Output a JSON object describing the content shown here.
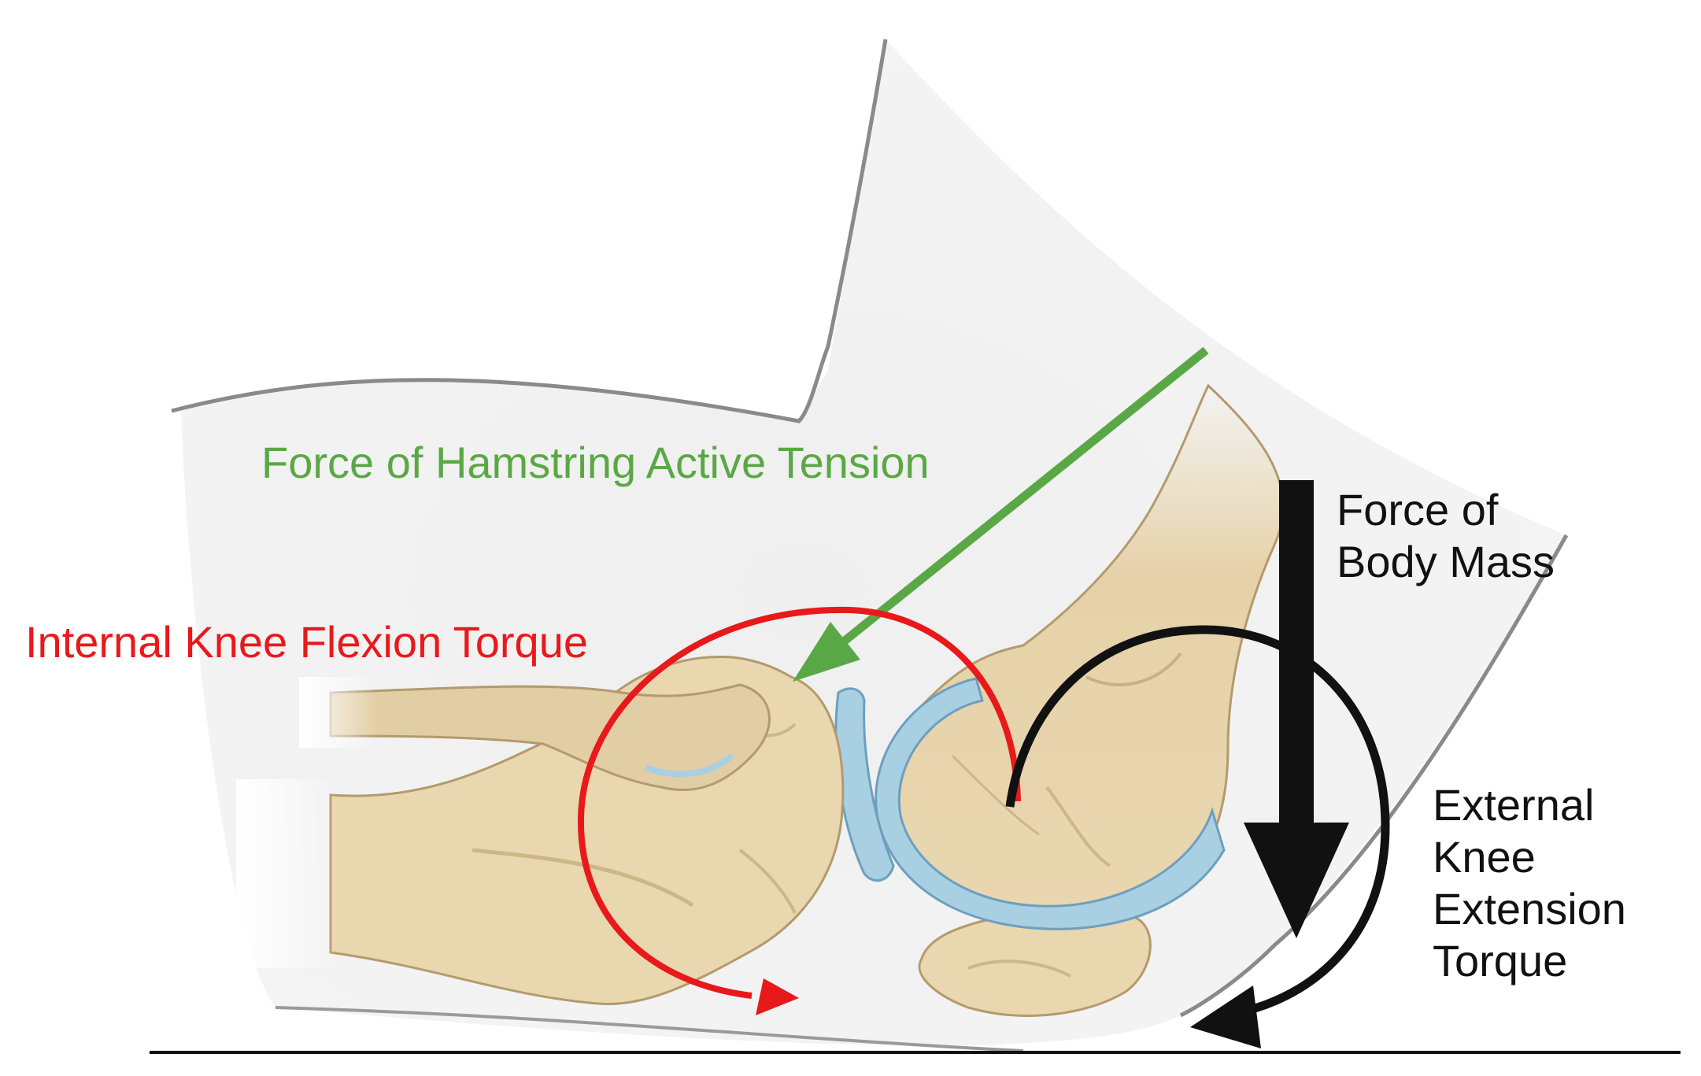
{
  "labels": {
    "hamstring": "Force of Hamstring Active Tension",
    "internal_flexion": "Internal Knee Flexion Torque",
    "body_mass": [
      "Force of",
      "Body Mass"
    ],
    "external_extension": [
      "External",
      "Knee",
      "Extension",
      "Torque"
    ]
  },
  "colors": {
    "hamstring": "#5aa845",
    "internal_flexion": "#e8191b",
    "body_mass": "#111111",
    "external_extension": "#111111",
    "bone": "#e9d7b0",
    "bone_outline": "#b49a6c",
    "meniscus": "#a9cfe3",
    "meniscus_outline": "#6d9fbf",
    "skin_outline": "#8a8a8a",
    "ground": "#111111"
  },
  "icons": {
    "hamstring_arrow": "straight-arrow",
    "internal_flexion_arrow": "curved-arrow-clockwise",
    "body_mass_arrow": "thick-down-arrow",
    "external_extension_arrow": "curved-arrow-clockwise"
  }
}
